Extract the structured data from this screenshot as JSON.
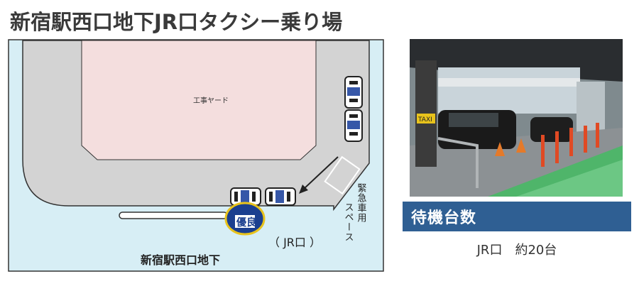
{
  "title": "新宿駅西口地下JR口タクシー乗り場",
  "map": {
    "construction_label": "工事ヤード",
    "emergency_label_col1": "緊急車用",
    "emergency_label_col2": "スペース",
    "logo_text": "優良",
    "jr_label": "（ JR口 ）",
    "station_label": "新宿駅西口地下"
  },
  "photo": {
    "sign_taxi": "TAXI"
  },
  "info": {
    "heading": "待機台数",
    "count_text": "JR口　約20台"
  },
  "colors": {
    "water_blue": "#d7eef5",
    "road_gray": "#d3d3d3",
    "yard_pink": "#f4dede",
    "heading_bg": "#2f5f93"
  }
}
